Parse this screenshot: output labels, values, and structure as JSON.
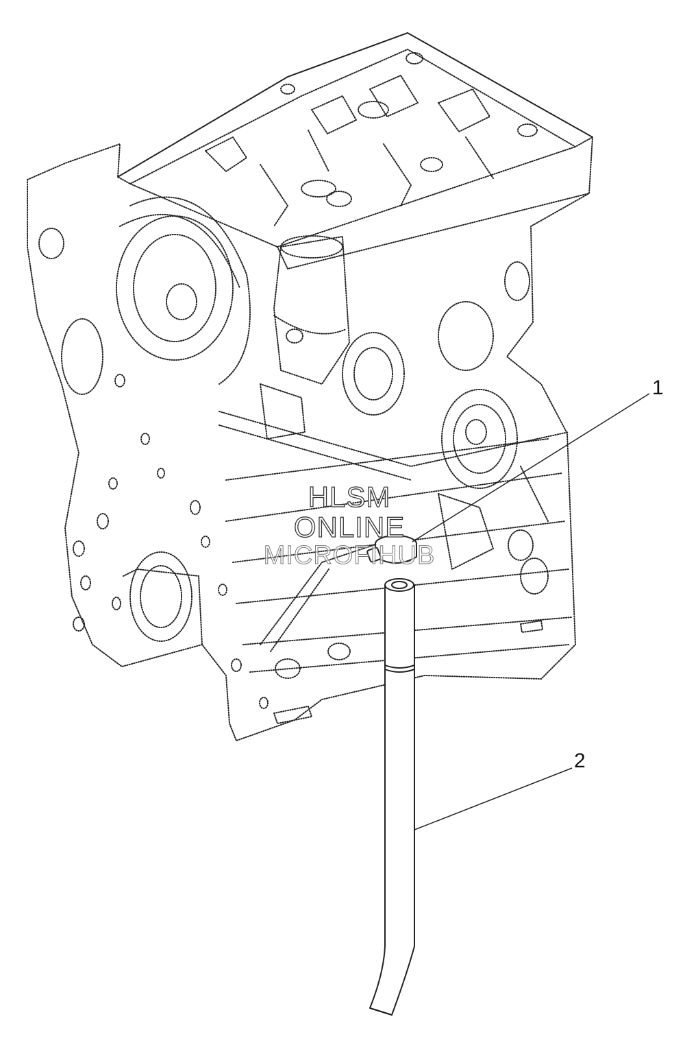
{
  "callouts": [
    {
      "label": "1",
      "part": "clamp"
    },
    {
      "label": "2",
      "part": "dipstick-tube"
    }
  ],
  "watermark": {
    "line1": "HLSM",
    "line2": "ONLINE",
    "line3": "MICROFIHUB"
  },
  "colors": {
    "line": "#222222",
    "background": "#ffffff"
  }
}
